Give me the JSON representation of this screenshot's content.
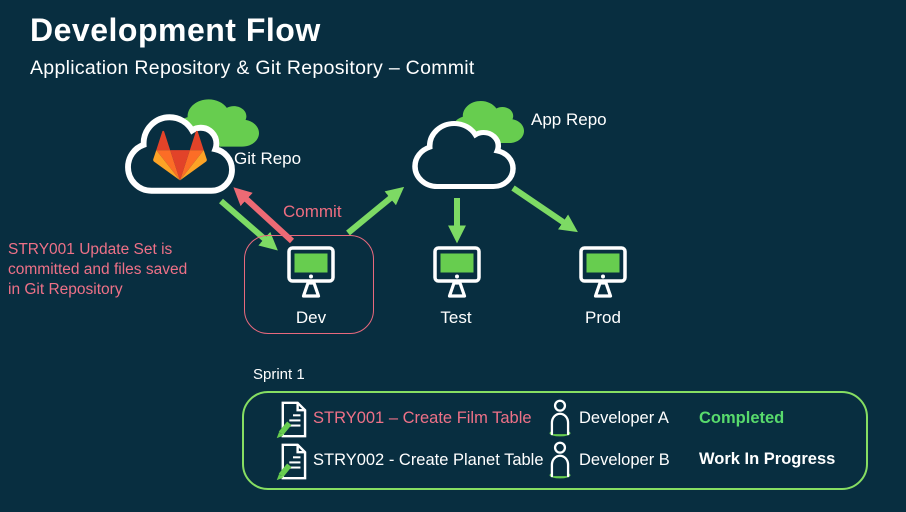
{
  "colors": {
    "background": "#082e40",
    "accent_green": "#67cd4f",
    "arrow_green": "#7dda64",
    "panel_border_green": "#86de62",
    "accent_pink": "#ee7187",
    "arrow_pink": "#ed6a74",
    "status_completed_green": "#58da6c",
    "text_white": "#ffffff",
    "gitlab_red": "#e24329",
    "gitlab_orange": "#fc6d26",
    "gitlab_yellow": "#fca326"
  },
  "header": {
    "title": "Development Flow",
    "subtitle": "Application Repository & Git Repository – Commit"
  },
  "diagram": {
    "git_repo_label": "Git Repo",
    "app_repo_label": "App Repo",
    "commit_label": "Commit",
    "note_lines": {
      "0": "STRY001 Update Set is",
      "1": "committed and files saved",
      "2": "in Git Repository"
    },
    "environments": {
      "0": {
        "label": "Dev"
      },
      "1": {
        "label": "Test"
      },
      "2": {
        "label": "Prod"
      }
    }
  },
  "sprint": {
    "title": "Sprint 1",
    "rows": {
      "0": {
        "story": "STRY001 – Create Film Table",
        "developer": "Developer A",
        "status": "Completed"
      },
      "1": {
        "story": "STRY002 - Create Planet Table",
        "developer": "Developer B",
        "status": "Work In Progress"
      }
    }
  }
}
